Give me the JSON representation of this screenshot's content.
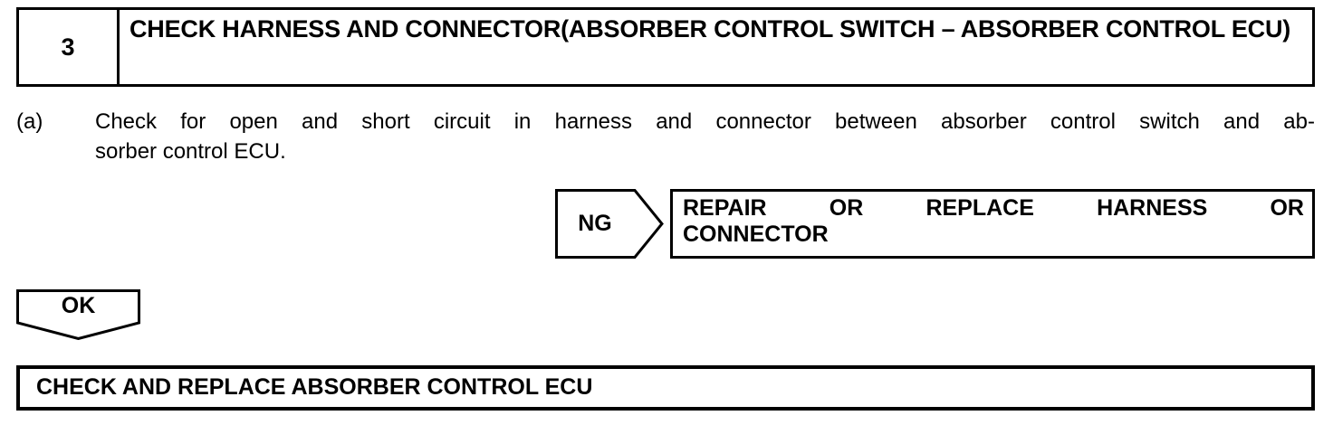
{
  "step_header": {
    "number": "3",
    "title": "CHECK HARNESS AND CONNECTOR(ABSORBER CONTROL SWITCH – ABSORBER CONTROL ECU)"
  },
  "procedure": {
    "label": "(a)",
    "line1": "Check for open and short circuit in harness and connector between absorber control switch and ab-",
    "line2": "sorber control ECU."
  },
  "ng_branch": {
    "arrow_label": "NG",
    "result_line1": "REPAIR OR REPLACE HARNESS OR",
    "result_line2": "CONNECTOR",
    "result_full": "REPAIR OR REPLACE HARNESS OR CONNECTOR"
  },
  "ok_branch": {
    "arrow_label": "OK"
  },
  "final_result": {
    "text": "CHECK AND REPLACE ABSORBER CONTROL ECU"
  },
  "colors": {
    "ink": "#000000",
    "paper": "#ffffff"
  }
}
